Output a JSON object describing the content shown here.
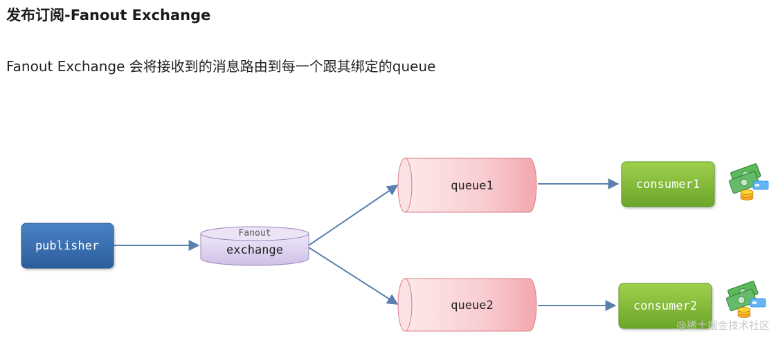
{
  "title": "发布订阅-Fanout Exchange",
  "description": "Fanout Exchange 会将接收到的消息路由到每一个跟其绑定的queue",
  "nodes": {
    "publisher": "publisher",
    "exchange_type": "Fanout",
    "exchange": "exchange",
    "queue1": "queue1",
    "queue2": "queue2",
    "consumer1": "consumer1",
    "consumer2": "consumer2"
  },
  "colors": {
    "publisher": "#3a6fb0",
    "exchange": "#e3d8f1",
    "queue": "#f7c3c8",
    "consumer": "#86bd3c",
    "arrow": "#5b7fae"
  },
  "icons": [
    "money-icon",
    "money-icon"
  ],
  "watermark": "@稀土掘金技术社区"
}
